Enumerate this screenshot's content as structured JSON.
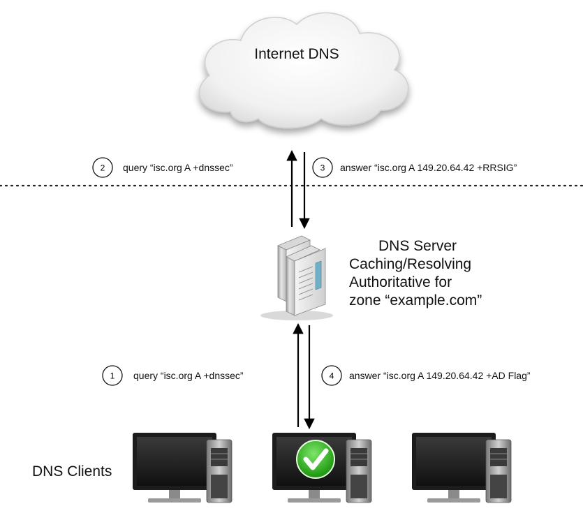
{
  "cloud": {
    "label": "Internet DNS",
    "icon": "cloud-icon"
  },
  "steps": [
    {
      "number": "1",
      "text": "query “isc.org A +dnssec”"
    },
    {
      "number": "2",
      "text": "query “isc.org A +dnssec”"
    },
    {
      "number": "3",
      "text": "answer “isc.org A 149.20.64.42 +RRSIG”"
    },
    {
      "number": "4",
      "text": "answer “isc.org A 149.20.64.42 +AD Flag”"
    }
  ],
  "server": {
    "title": "DNS Server",
    "lines": [
      "Caching/Resolving",
      "Authoritative for",
      "zone “example.com”"
    ],
    "icon": "server-tower-icon"
  },
  "clients": {
    "label": "DNS Clients",
    "icon": "desktop-computer-icon",
    "check_icon": "green-checkmark-icon"
  },
  "colors": {
    "arrow": "#000000",
    "check": "#2fb51e",
    "monitor": "#2a2a2a",
    "cloud": "#f3f3f3"
  }
}
